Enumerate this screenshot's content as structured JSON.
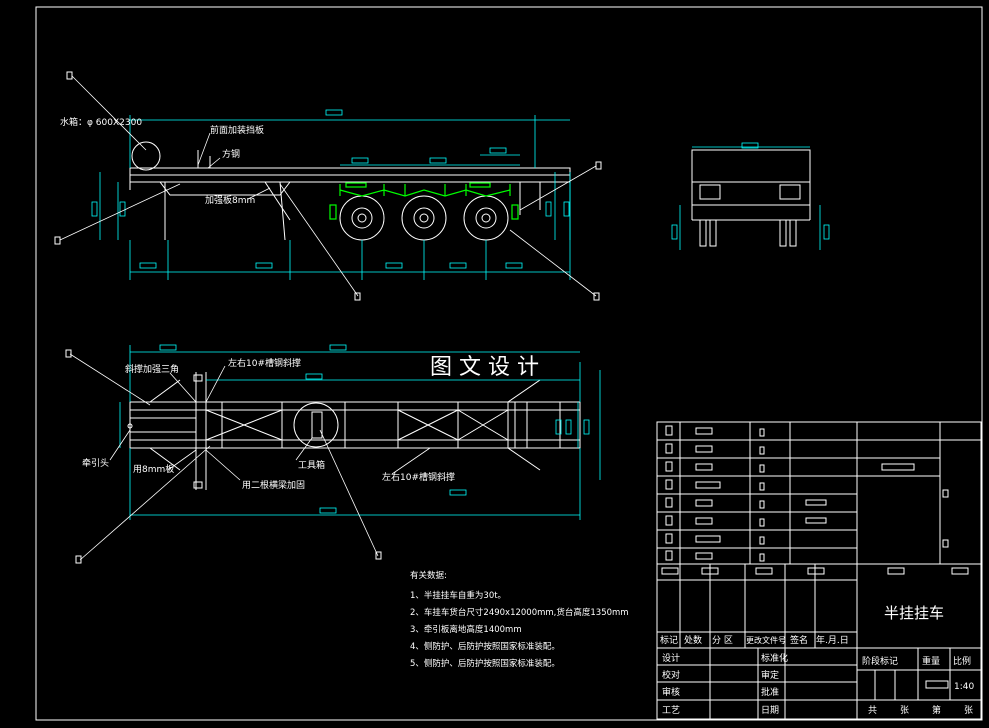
{
  "watermark": "图 文 设 计",
  "labels": {
    "water_tank": "水箱：φ 600Χ2300",
    "front_guard": "前面加装挡板",
    "square_pipe": "方钢",
    "reinforce_plate": "加强板8mm",
    "brace_triangle": "斜撑加强三角",
    "channel_brace_top": "左右10#槽钢斜撑",
    "channel_brace_bottom": "左右10#槽钢斜撑",
    "traction_pin": "牵引头",
    "plate_8mm": "用8mm板",
    "two_crossbeams": "用二根横梁加固",
    "toolbox": "工具箱"
  },
  "notes": {
    "heading": "有关数据:",
    "items": [
      "1、半挂挂车自重为30t。",
      "2、车挂车货台尺寸2490x12000mm,货台高度1350mm",
      "3、牵引板离地高度1400mm",
      "4、侧防护、后防护按照国家标准装配。",
      "5、侧防护、后防护按照国家标准装配。"
    ]
  },
  "title_block": {
    "drawing_title": "半挂挂车",
    "scale": "1:40",
    "rev_headers": [
      "标记",
      "处数",
      "分 区",
      "更改文件号",
      "签名",
      "年.月.日"
    ],
    "roles": [
      "设计",
      "校对",
      "审核",
      "工艺"
    ],
    "roles_right": [
      "标准化",
      "审定",
      "批准",
      "日期"
    ],
    "stage_headers": [
      "阶段标记",
      "重量",
      "比例"
    ],
    "sheet_text": [
      "共",
      "张",
      "第",
      "张"
    ]
  },
  "colors": {
    "background": "#000000",
    "frame": "#ffffff",
    "dimension": "#00ffff",
    "wheel_parts": "#00ff00",
    "leader": "#ffffff"
  }
}
